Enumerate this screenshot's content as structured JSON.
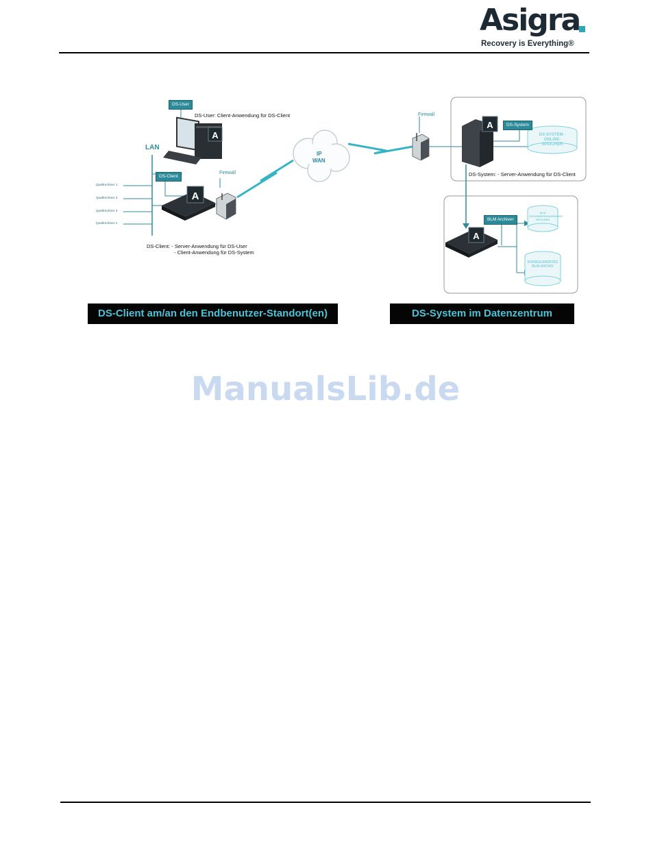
{
  "header": {
    "logo_word": "Asigra",
    "logo_tagline": "Recovery is Everything®"
  },
  "diagram": {
    "lan_label": "LAN",
    "sources": [
      "Quellrechner 1",
      "Quellrechner 2",
      "Quellrechner 3",
      "Quellrechner  n"
    ],
    "ds_user_tag": "DS-User",
    "ds_user_desc": "DS-User: Client-Anwendung für DS-Client",
    "ds_client_tag": "DS-Client",
    "firewall_left": "Firewall",
    "ds_client_desc_1": "DS-Client:  - Server-Anwendung für DS-User",
    "ds_client_desc_2": "- Client-Anwendung für DS-System",
    "cloud_line1": "IP",
    "cloud_line2": "WAN",
    "firewall_right": "Firewall",
    "ds_system_tag": "DS-System",
    "online_store": "DS-SYSTEM -ONLINE- SPEICHER",
    "ds_system_desc": "DS-System:  - Server-Anwendung für DS-Client",
    "blm_tag": "BLM Archiver",
    "blm_store": "BLM ZUSAMMENHANGENDER SPEICHER",
    "blm_archive": "KONSOLIDIERTES BLM-ARCHIV",
    "appliance_letter": "A",
    "caption_left": "DS-Client am/an den Endbenutzer-Standort(en)",
    "caption_right": "DS-System im Datenzentrum"
  },
  "watermark": "ManualsLib.de",
  "colors": {
    "accent": "#2ba7b8",
    "tag": "#2d8a99",
    "caption_text": "#4fc3d6"
  }
}
